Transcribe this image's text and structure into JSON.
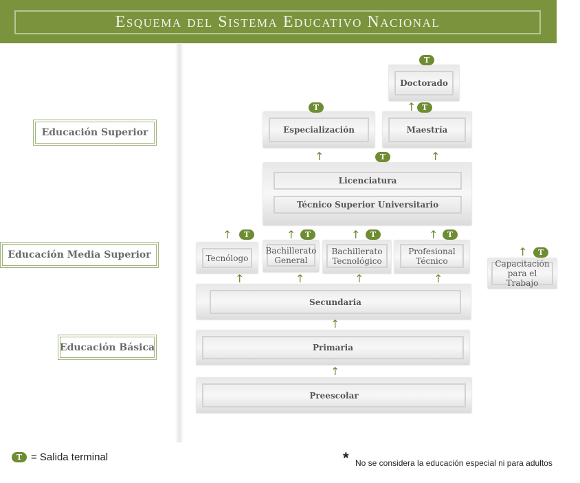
{
  "title": "Esquema del Sistema Educativo Nacional",
  "levels": {
    "superior": "Educación Superior",
    "media": "Educación Media Superior",
    "basica": "Educación Básica"
  },
  "boxes": {
    "doctorado": "Doctorado",
    "especializacion": "Especialización",
    "maestria": "Maestría",
    "licenciatura": "Licenciatura",
    "tsu": "Técnico Superior Universitario",
    "tecnologo": "Tecnólogo",
    "bach_general": "Bachillerato General",
    "bach_tec": "Bachillerato Tecnológico",
    "prof_tec": "Profesional Técnico",
    "capacitacion": "Capacitación para el Trabajo",
    "secundaria": "Secundaria",
    "primaria": "Primaria",
    "preescolar": "Preescolar"
  },
  "terminal_marker": "T",
  "legend": {
    "marker": "T",
    "text": "= Salida terminal"
  },
  "note": {
    "asterisk": "*",
    "text": "No se considera la educación especial ni para adultos"
  },
  "arrow": "↑"
}
